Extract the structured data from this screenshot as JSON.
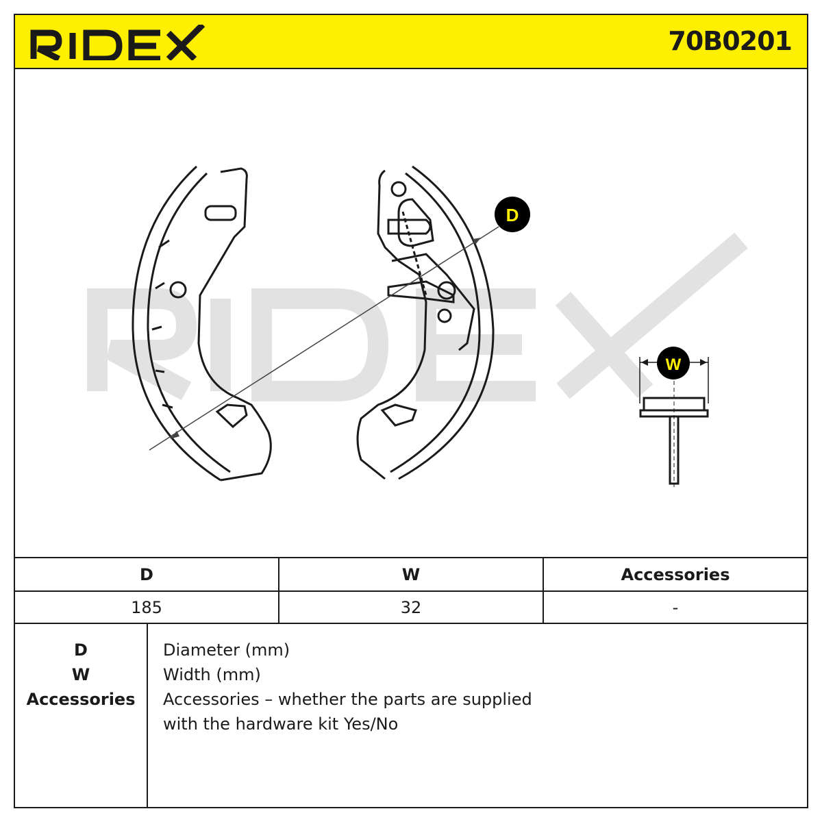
{
  "header": {
    "brand": "RIDEX",
    "part_number": "70B0201",
    "brand_color": "#1a1a1a",
    "background_color": "#ffef00"
  },
  "drawing": {
    "watermark": "RIDEX",
    "dimension_labels": {
      "diameter": "D",
      "width": "W"
    },
    "callout_color": "#000000",
    "callout_text_color": "#ffef00"
  },
  "spec_table": {
    "headers": [
      "D",
      "W",
      "Accessories"
    ],
    "values": [
      "185",
      "32",
      "-"
    ]
  },
  "legend": {
    "keys": [
      "D",
      "W",
      "Accessories"
    ],
    "descriptions": [
      "Diameter (mm)",
      "Width (mm)",
      "Accessories – whether the parts are supplied",
      "with the hardware kit Yes/No"
    ]
  }
}
